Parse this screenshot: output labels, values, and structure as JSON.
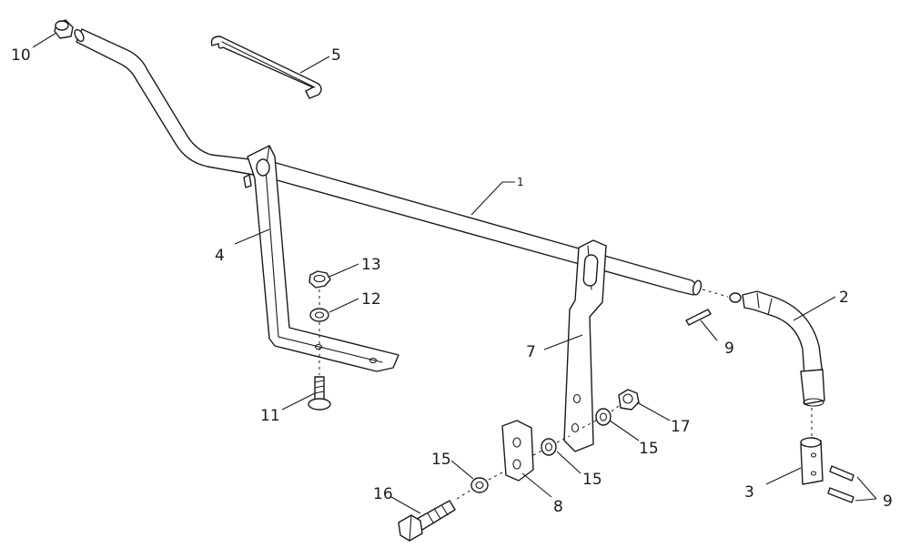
{
  "diagram": {
    "callouts": {
      "p1": "1",
      "p2": "2",
      "p3": "3",
      "p4": "4",
      "p5": "5",
      "p7": "7",
      "p8": "8",
      "p9a": "9",
      "p9b": "9",
      "p10": "10",
      "p11": "11",
      "p12": "12",
      "p13": "13",
      "p15a": "15",
      "p15b": "15",
      "p15c": "15",
      "p16": "16",
      "p17": "17"
    }
  }
}
